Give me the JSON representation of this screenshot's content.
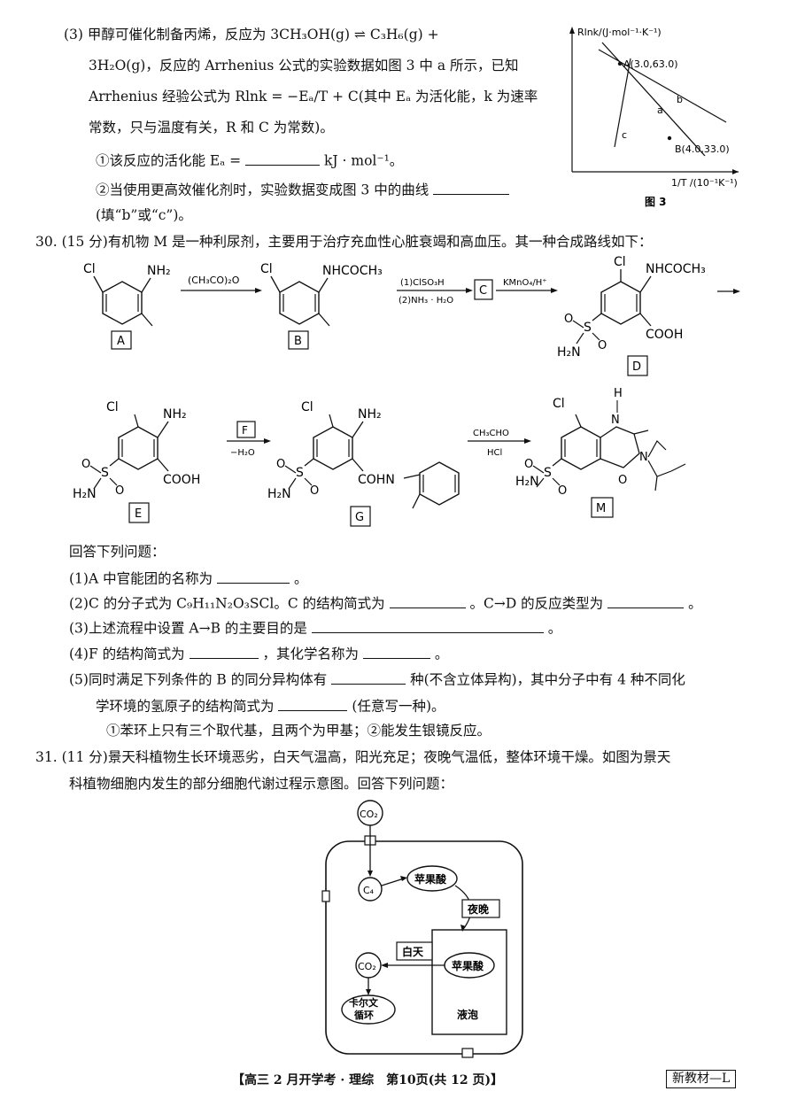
{
  "q29p3": {
    "l1": "(3) 甲醇可催化制备丙烯，反应为 3CH₃OH(g) ⇌ C₃H₆(g) +",
    "l2": "3H₂O(g)，反应的 Arrhenius 公式的实验数据如图 3 中 a 所示，已知",
    "l3": "Arrhenius 经验公式为 Rlnk = −Eₐ/T + C(其中 Eₐ 为活化能，k 为速率",
    "l4": "常数，只与温度有关，R 和 C 为常数)。",
    "s1_pre": "①该反应的活化能 Eₐ =",
    "s1_post": "kJ · mol⁻¹。",
    "s2_pre": "②当使用更高效催化剂时，实验数据变成图 3 中的曲线",
    "s2_paren": "(填“b”或“c”)。"
  },
  "fig3": {
    "ylabel": "Rlnk/(J·mol⁻¹·K⁻¹)",
    "xlabel": "1/T /(10⁻¹K⁻¹)",
    "pointA": "A(3.0,63.0)",
    "pointB": "B(4.0,33.0)",
    "la": "a",
    "lb": "b",
    "lc": "c",
    "caption": "图 3"
  },
  "q30": {
    "header": "30. (15 分)有机物 M 是一种利尿剂，主要用于治疗充血性心脏衰竭和高血压。其一种合成路线如下：",
    "reagents": {
      "ab": "(CH₃CO)₂O",
      "bc1": "(1)ClSO₃H",
      "bc2": "(2)NH₃ · H₂O",
      "cd": "KMnO₄/H⁺",
      "eg_box": "F",
      "eg_sub": "−H₂O",
      "gm1": "CH₃CHO",
      "gm2": "HCl"
    },
    "labels": {
      "A": "A",
      "B": "B",
      "C": "C",
      "D": "D",
      "E": "E",
      "G": "G",
      "M": "M"
    },
    "atoms": {
      "cl": "Cl",
      "nh2": "NH₂",
      "nhcoch3": "NHCOCH₃",
      "cooh": "COOH",
      "s": "S",
      "o": "O",
      "h2n": "H₂N",
      "cohn": "COHN",
      "h": "H",
      "n": "N"
    },
    "prompt": "回答下列问题：",
    "q1_pre": "(1)A 中官能团的名称为",
    "q1_post": "。",
    "q2_pre": "(2)C 的分子式为 C₉H₁₁N₂O₃SCl。C 的结构简式为",
    "q2_mid": "。C→D 的反应类型为",
    "q2_post": "。",
    "q3_pre": "(3)上述流程中设置 A→B 的主要目的是",
    "q3_post": "。",
    "q4_pre": "(4)F 的结构简式为",
    "q4_mid": "，其化学名称为",
    "q4_post": "。",
    "q5_l1_pre": "(5)同时满足下列条件的 B 的同分异构体有",
    "q5_l1_post": "种(不含立体异构)，其中分子中有 4 种不同化",
    "q5_l2_pre": "学环境的氢原子的结构简式为",
    "q5_l2_post": "(任意写一种)。",
    "q5_cond": "①苯环上只有三个取代基，且两个为甲基；②能发生银镜反应。"
  },
  "q31": {
    "l1": "31. (11 分)景天科植物生长环境恶劣，白天气温高，阳光充足；夜晚气温低，整体环境干燥。如图为景天",
    "l2": "科植物细胞内发生的部分细胞代谢过程示意图。回答下列问题："
  },
  "cell": {
    "co2_top": "CO₂",
    "c4": "C₄",
    "malic1": "苹果酸",
    "night": "夜晚",
    "day": "白天",
    "malic2": "苹果酸",
    "co2_in": "CO₂",
    "calvin1": "卡尔文",
    "calvin2": "循环",
    "vacuole": "液泡"
  },
  "footer": {
    "center": "【高三 2 月开学考 · 理综　第10页(共 12 页)】",
    "tag": "新教材—L"
  }
}
